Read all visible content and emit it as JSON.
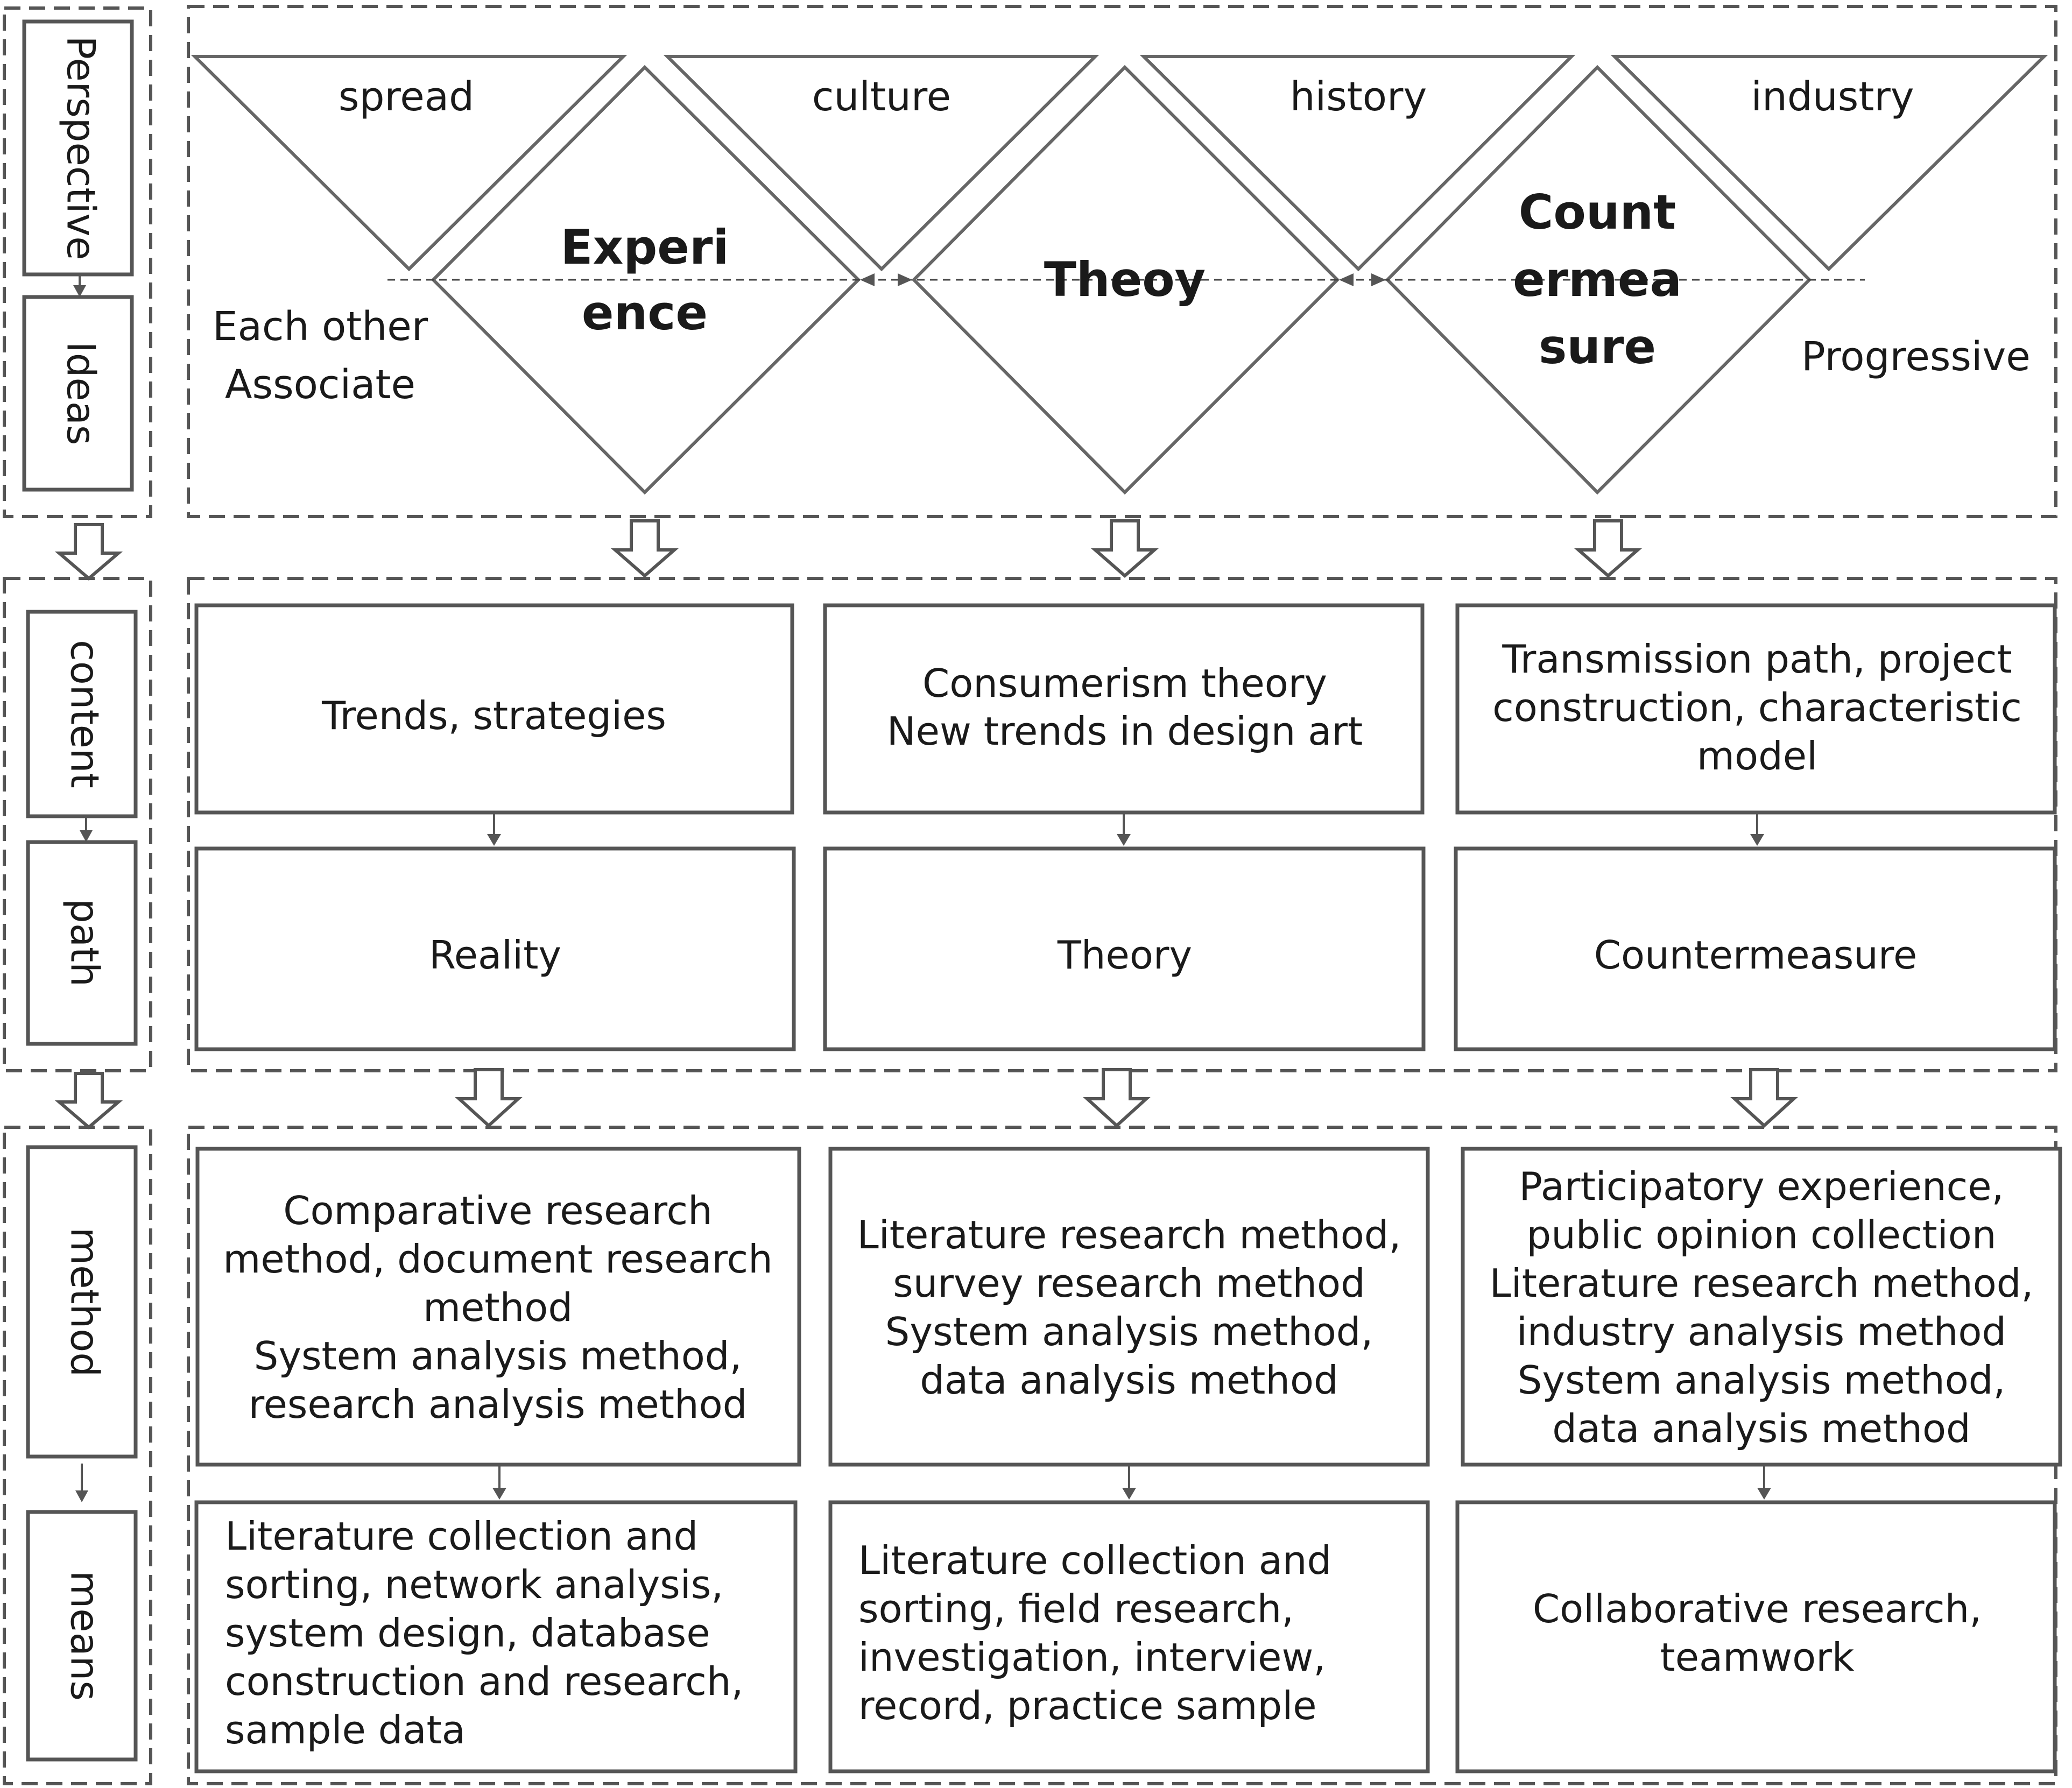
{
  "left_column": {
    "perspective": "Perspective",
    "ideas": "Ideas",
    "content": "content",
    "path": "path",
    "method": "method",
    "means": "means"
  },
  "perspectives": [
    "spread",
    "culture",
    "history",
    "industry"
  ],
  "ideas": {
    "left_note": [
      "Each other",
      "Associate"
    ],
    "right_note": "Progressive",
    "diamonds": [
      [
        "Experi",
        "ence"
      ],
      [
        "Theoy"
      ],
      [
        "Count",
        "ermea",
        "sure"
      ]
    ]
  },
  "content": [
    [
      "Trends, strategies"
    ],
    [
      "Consumerism theory",
      "New trends in design art"
    ],
    [
      "Transmission path, project",
      "construction, characteristic",
      "model"
    ]
  ],
  "path": [
    "Reality",
    "Theory",
    "Countermeasure"
  ],
  "method": [
    [
      "Comparative research",
      "method, document research",
      "method",
      "System analysis method,",
      "research analysis method"
    ],
    [
      "Literature research method,",
      "survey research method",
      "System analysis method,",
      "data analysis method"
    ],
    [
      "Participatory experience,",
      "public opinion collection",
      "Literature research method,",
      "industry analysis method",
      "System analysis method,",
      "data analysis method"
    ]
  ],
  "means": [
    [
      "Literature collection and",
      "sorting, network analysis,",
      "system design, database",
      "construction and research,",
      "sample data"
    ],
    [
      "Literature collection and",
      "sorting, field research,",
      "investigation, interview,",
      "record, practice sample"
    ],
    [
      "Collaborative research,",
      "teamwork"
    ]
  ]
}
